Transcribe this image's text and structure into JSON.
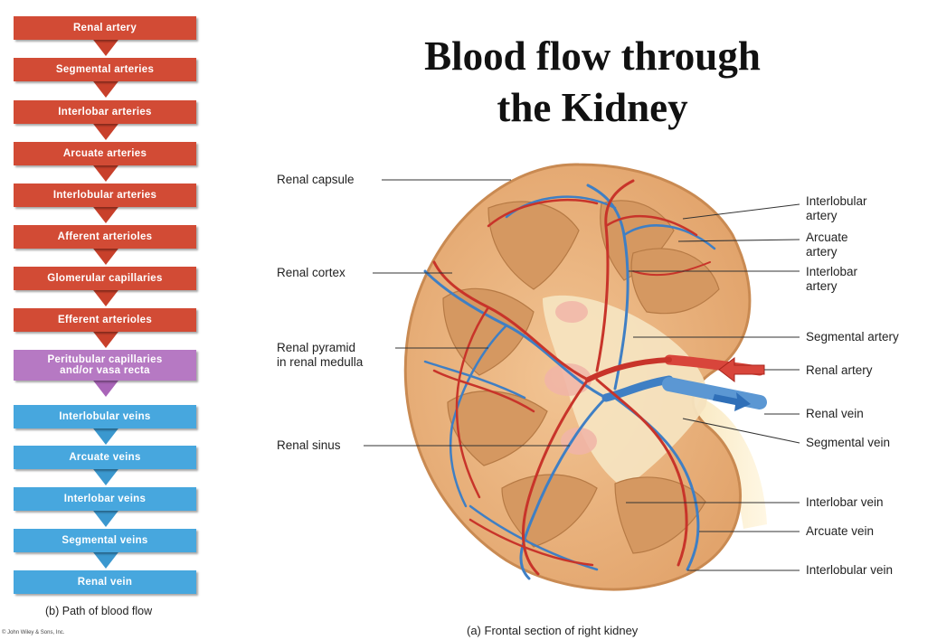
{
  "title": {
    "line1": "Blood flow through",
    "line2": "the Kidney"
  },
  "flow_path": {
    "steps": [
      {
        "label": "Renal artery",
        "color": "#d24b35"
      },
      {
        "label": "Segmental arteries",
        "color": "#d24b35"
      },
      {
        "label": "Interlobar arteries",
        "color": "#d24b35"
      },
      {
        "label": "Arcuate arteries",
        "color": "#d24b35"
      },
      {
        "label": "Interlobular arteries",
        "color": "#d24b35"
      },
      {
        "label": "Afferent arterioles",
        "color": "#d24b35"
      },
      {
        "label": "Glomerular capillaries",
        "color": "#d24b35"
      },
      {
        "label": "Efferent arterioles",
        "color": "#d24b35"
      },
      {
        "label": "Peritubular capillaries and/or vasa recta",
        "line1": "Peritubular capillaries",
        "line2": "and/or vasa recta",
        "color": "#b679c3"
      },
      {
        "label": "Interlobular veins",
        "color": "#47a7de"
      },
      {
        "label": "Arcuate veins",
        "color": "#47a7de"
      },
      {
        "label": "Interlobar veins",
        "color": "#47a7de"
      },
      {
        "label": "Segmental veins",
        "color": "#47a7de"
      },
      {
        "label": "Renal vein",
        "color": "#47a7de"
      }
    ],
    "caption": "(b) Path of blood flow",
    "copyright": "© John Wiley & Sons, Inc."
  },
  "kidney": {
    "labels_left": {
      "renal_capsule": "Renal capsule",
      "renal_cortex": "Renal cortex",
      "renal_pyramid_line1": "Renal pyramid",
      "renal_pyramid_line2": "in renal medulla",
      "renal_sinus": "Renal sinus"
    },
    "labels_right": {
      "interlobular_artery_line1": "Interlobular",
      "interlobular_artery_line2": "artery",
      "arcuate_artery_line1": "Arcuate",
      "arcuate_artery_line2": "artery",
      "interlobar_artery_line1": "Interlobar",
      "interlobar_artery_line2": "artery",
      "segmental_artery": "Segmental artery",
      "renal_artery": "Renal artery",
      "renal_vein": "Renal vein",
      "segmental_vein": "Segmental vein",
      "interlobar_vein": "Interlobar vein",
      "arcuate_vein": "Arcuate vein",
      "interlobular_vein": "Interlobular vein"
    },
    "caption": "(a) Frontal section of right kidney",
    "colors": {
      "artery": "#c8342a",
      "vein": "#3f7fc4",
      "cortex": "#e9b07a",
      "pyramid": "#d99a63"
    }
  }
}
